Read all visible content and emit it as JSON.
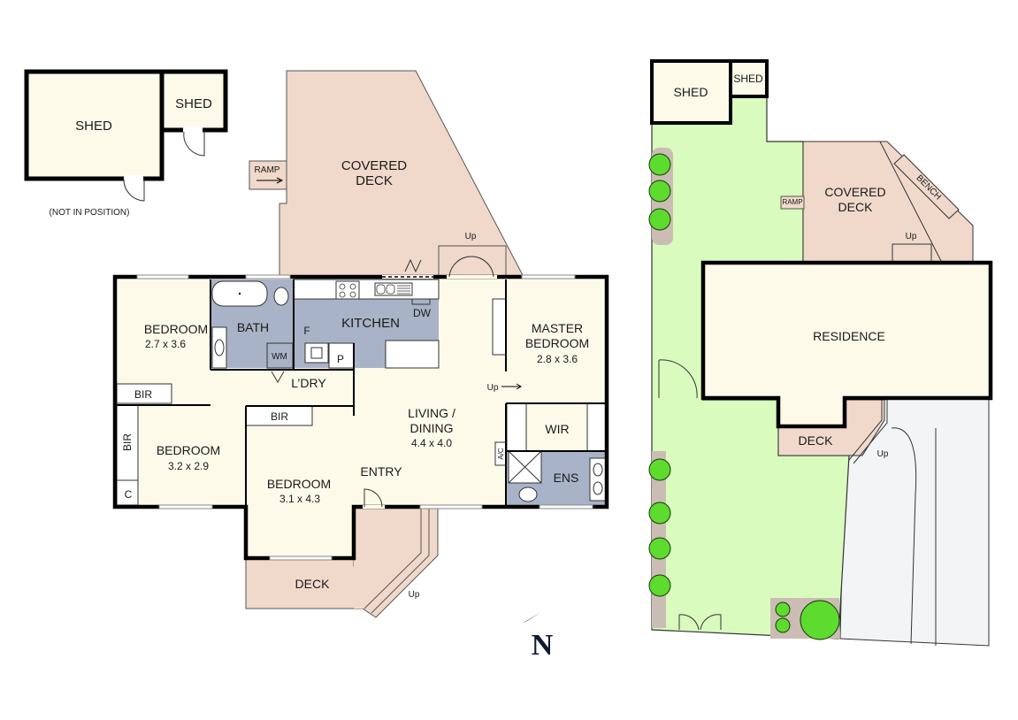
{
  "colors": {
    "room": "#fdfaea",
    "wet": "#a9b3c7",
    "deck": "#f0d9cb",
    "lawn": "#d9fbbd",
    "paving": "#f3f4f5",
    "garden_bed": "#cbbdb4",
    "tree": "#5ddb2e",
    "wall": "#000000",
    "north": "#0f1a33"
  },
  "outbuildings": {
    "shed_large": "SHED",
    "shed_small": "SHED",
    "note": "(NOT IN POSITION)"
  },
  "floor_plan": {
    "covered_deck": {
      "line1": "COVERED",
      "line2": "DECK"
    },
    "ramp": "RAMP",
    "up_labels": {
      "rear_door": "Up",
      "master": "Up",
      "front_deck": "Up"
    },
    "rooms": {
      "bedroom1": {
        "name": "BEDROOM",
        "size": "2.7 x 3.6"
      },
      "bath": {
        "name": "BATH"
      },
      "kitchen": {
        "name": "KITCHEN"
      },
      "fridge": "F",
      "dishwasher": "DW",
      "washing_machine": "WM",
      "pantry": "P",
      "laundry": {
        "name": "L’DRY"
      },
      "master": {
        "line1": "MASTER",
        "line2": "BEDROOM",
        "size": "2.8 x 3.6"
      },
      "bir1": "BIR",
      "bir2": "BIR",
      "bir3": "BIR",
      "linen": "C",
      "bedroom2": {
        "name": "BEDROOM",
        "size": "3.2 x 2.9"
      },
      "bedroom3": {
        "name": "BEDROOM",
        "size": "3.1 x 4.3"
      },
      "living": {
        "line1": "LIVING /",
        "line2": "DINING",
        "size": "4.4 x 4.0"
      },
      "entry": {
        "name": "ENTRY"
      },
      "wir": {
        "name": "WIR"
      },
      "ensuite": {
        "name": "ENS"
      },
      "ac": "A/C"
    },
    "deck": {
      "name": "DECK"
    }
  },
  "north_arrow": {
    "label": "N"
  },
  "site_plan": {
    "shed_large": "SHED",
    "shed_small": "SHED",
    "covered_deck": {
      "line1": "COVERED",
      "line2": "DECK"
    },
    "bench": "BENCH",
    "ramp": "RAMP",
    "up_top": "Up",
    "residence": "RESIDENCE",
    "deck": "DECK",
    "up_deck": "Up"
  }
}
